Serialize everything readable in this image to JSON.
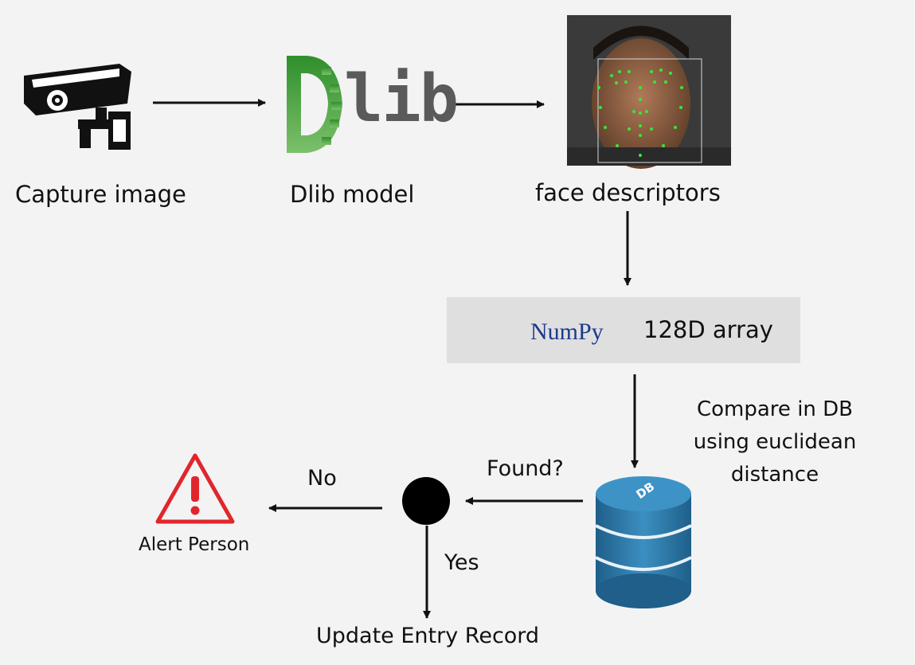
{
  "nodes": {
    "capture": {
      "label": "Capture image",
      "icon": "cctv-camera-icon"
    },
    "dlib": {
      "label": "Dlib model",
      "logo_text": "lib",
      "icon": "dlib-logo"
    },
    "face": {
      "label": "face descriptors",
      "icon": "face-landmarks-photo"
    },
    "numpy": {
      "logo_text": "NumPy",
      "label": "128D array",
      "icon": "numpy-logo"
    },
    "db": {
      "logo_text": "DB",
      "icon": "database-icon"
    },
    "decision": {
      "icon": "decision-node"
    },
    "alert": {
      "label": "Alert Person",
      "icon": "warning-icon"
    },
    "update": {
      "label": "Update Entry Record"
    }
  },
  "edge_labels": {
    "compare": [
      "Compare in DB",
      "using euclidean",
      "distance"
    ],
    "found": "Found?",
    "no": "No",
    "yes": "Yes"
  },
  "colors": {
    "background": "#f3f3f4",
    "numpy_box": "#dfdfe0",
    "dlib_green": "#3f9a3a",
    "db_blue": "#2f7fae",
    "alert_red": "#e0262c",
    "numpy_text": "#1b3a8a"
  }
}
